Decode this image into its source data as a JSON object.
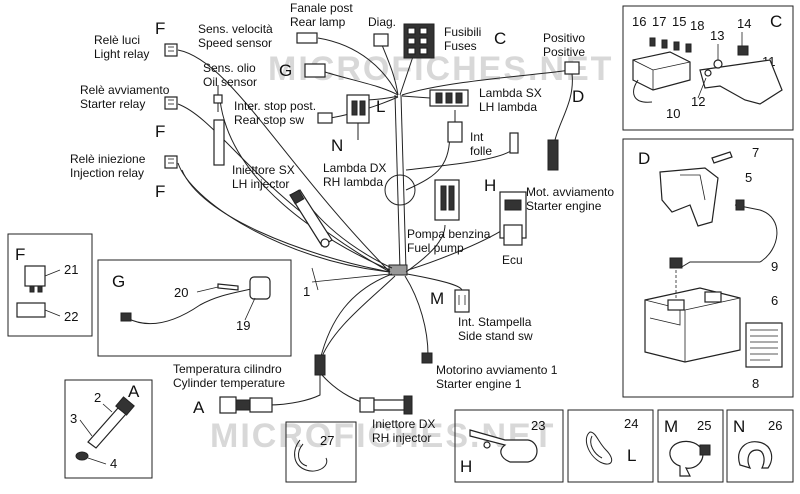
{
  "watermark": "MICROFICHES.NET",
  "components": {
    "rele_luci": [
      "Relè luci",
      "Light relay"
    ],
    "rele_avviamento": [
      "Relè avviamento",
      "Starter relay"
    ],
    "rele_iniezione": [
      "Relè iniezione",
      "Injection relay"
    ],
    "sens_velocita": [
      "Sens. velocità",
      "Speed sensor"
    ],
    "fanale_post": [
      "Fanale post",
      "Rear lamp"
    ],
    "diag": "Diag.",
    "fusibili": [
      "Fusibili",
      "Fuses"
    ],
    "positivo": [
      "Positivo",
      "Positive"
    ],
    "sens_olio": [
      "Sens. olio",
      "Oil sensor"
    ],
    "lambda_sx": [
      "Lambda SX",
      "LH lambda"
    ],
    "inter_stop": [
      "Inter. stop post.",
      "Rear stop sw"
    ],
    "int_folle": [
      "Int",
      "folle"
    ],
    "lambda_dx": [
      "Lambda DX",
      "RH lambda"
    ],
    "iniettore_sx": [
      "Iniettore SX",
      "LH injector"
    ],
    "mot_avviamento": [
      "Mot. avviamento",
      "Starter engine"
    ],
    "pompa_benzina": [
      "Pompa benzina",
      "Fuel pump"
    ],
    "ecu": "Ecu",
    "int_stampella": [
      "Int. Stampella",
      "Side stand sw"
    ],
    "temp_cilindro": [
      "Temperatura cilindro",
      "Cylinder temperature"
    ],
    "motorino": [
      "Motorino avviamento 1",
      "Starter engine 1"
    ],
    "iniettore_dx": [
      "Iniettore DX",
      "RH injector"
    ]
  },
  "letters": {
    "F1": "F",
    "F2": "F",
    "F3": "F",
    "F_box": "F",
    "G_main": "G",
    "G_box": "G",
    "C_main": "C",
    "C_box": "C",
    "D_main": "D",
    "D_box": "D",
    "L_main": "L",
    "L_box": "L",
    "N_main": "N",
    "N_box": "N",
    "H_main": "H",
    "H_box": "H",
    "M_main": "M",
    "M_box": "M",
    "A_main": "A",
    "A_box": "A"
  },
  "part_numbers": {
    "p1": "1",
    "p2": "2",
    "p3": "3",
    "p4": "4",
    "p5": "5",
    "p6": "6",
    "p7": "7",
    "p8": "8",
    "p9": "9",
    "p10": "10",
    "p11": "11",
    "p12": "12",
    "p13": "13",
    "p14": "14",
    "p15": "15",
    "p16": "16",
    "p17": "17",
    "p18": "18",
    "p19": "19",
    "p20": "20",
    "p21": "21",
    "p22": "22",
    "p23": "23",
    "p24": "24",
    "p25": "25",
    "p26": "26",
    "p27": "27"
  }
}
